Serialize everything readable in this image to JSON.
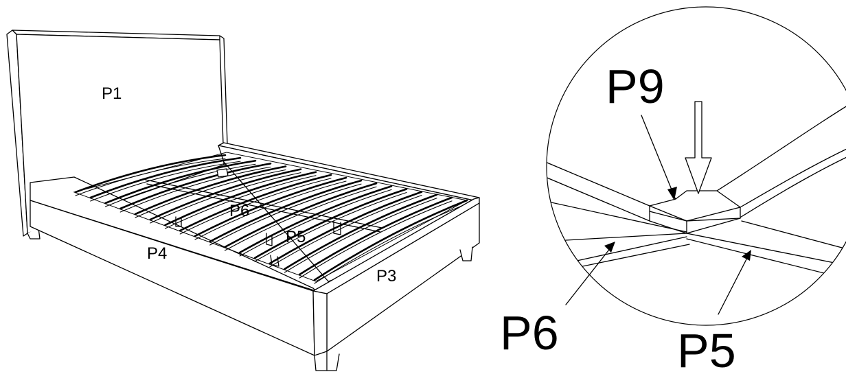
{
  "labels": {
    "p1": "P1",
    "p3": "P3",
    "p4": "P4",
    "p5": "P5",
    "p6": "P6",
    "detail_p9": "P9",
    "detail_p6": "P6",
    "detail_p5": "P5"
  }
}
